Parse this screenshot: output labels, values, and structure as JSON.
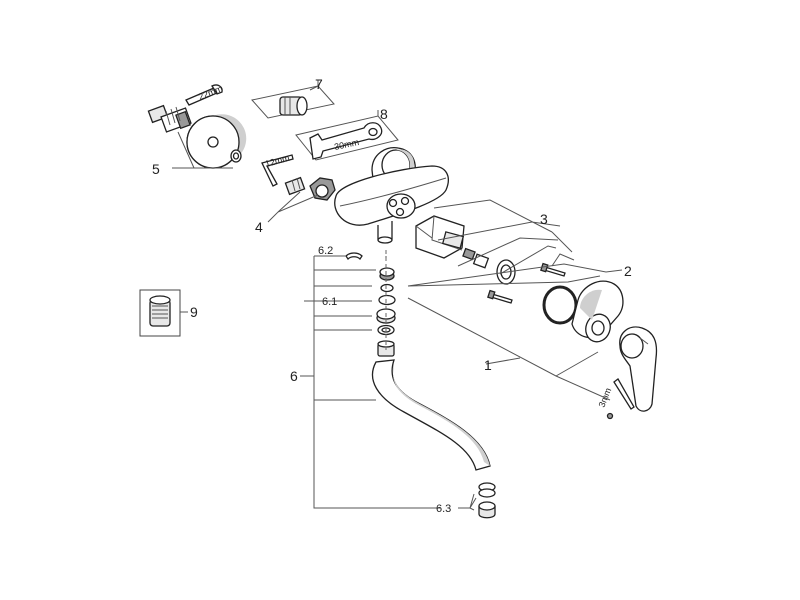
{
  "callouts": {
    "c1": "1",
    "c2": "2",
    "c3": "3",
    "c4": "4",
    "c5": "5",
    "c6": "6",
    "c6_1": "6.1",
    "c6_2": "6.2",
    "c6_3": "6.3",
    "c7": "7",
    "c8": "8",
    "c9": "9"
  },
  "dimensions": {
    "d22": "22mm",
    "d12": "12mm",
    "d30": "30mm",
    "d3": "3mm"
  }
}
